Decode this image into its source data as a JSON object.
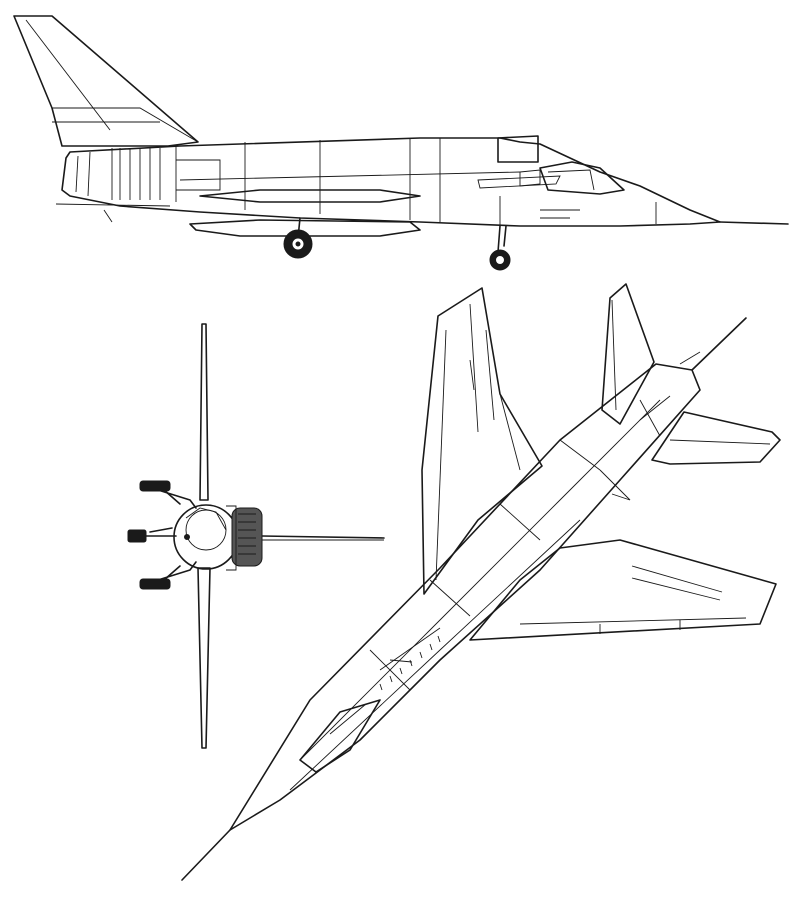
{
  "drawing": {
    "subject": "",
    "views": [
      "side-view",
      "front-view",
      "top-view"
    ],
    "line_color": "#1a1a1a",
    "background": "#ffffff"
  }
}
